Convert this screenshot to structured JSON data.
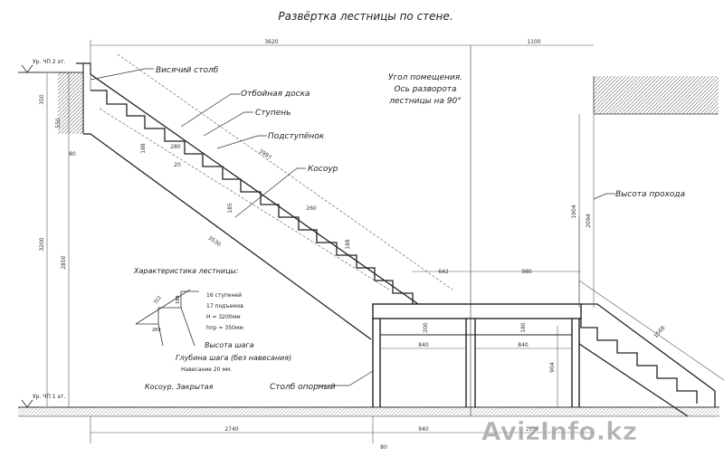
{
  "title": "Развёртка лестницы по стене.",
  "callouts": {
    "hanging_post": "Висячий столб",
    "kickboard": "Отбойная доска",
    "tread": "Ступень",
    "riser": "Подступёнок",
    "stringer": "Косоур",
    "room_corner_1": "Угол помещения.",
    "room_corner_2": "Ось разворота",
    "room_corner_3": "лестницы на 90°",
    "headroom": "Высота прохода",
    "support_post": "Столб опорный"
  },
  "levels": {
    "upper": "Ур. ЧП 2 эт.",
    "lower": "Ур. ЧП 1 эт."
  },
  "characteristics": {
    "heading": "Характеристика лестницы:",
    "steps": "16 ступеней",
    "rises": "17 подъемов",
    "height": "Н = 3200мм",
    "span": "hпр = 350мм",
    "step_height": "Высота шага",
    "step_depth": "Глубина шага (без навесания)",
    "overhang": "Навесание 20 мм.",
    "stringer_type": "Косоур. Закрытая",
    "fig_dims": [
      "322",
      "260",
      "188"
    ]
  },
  "dimensions": {
    "top_span_left": "3620",
    "top_span_right": "1100",
    "top_level_offset": "550",
    "left_total": "3200",
    "left_inner": "2850",
    "left_top": "350",
    "left_small": "80",
    "step_h": "188",
    "step_d": "280",
    "overhang_d": "20",
    "flight_len_1": "3997",
    "flight_len_2": "3530",
    "tread_d": "260",
    "rise_1": "185",
    "rise_2": "188",
    "platform_w1": "642",
    "platform_w2": "980",
    "platform_h": "200",
    "platform_h2": "180",
    "beam_1": "840",
    "beam_2": "840",
    "right_headroom_1": "1904",
    "right_headroom_2": "2094",
    "right_flight": "1568",
    "right_post": "904",
    "bottom_left": "2740",
    "bottom_mid": "940",
    "bottom_post": "80",
    "bottom_right": "1100"
  },
  "watermark": "AvizInfo.kz"
}
